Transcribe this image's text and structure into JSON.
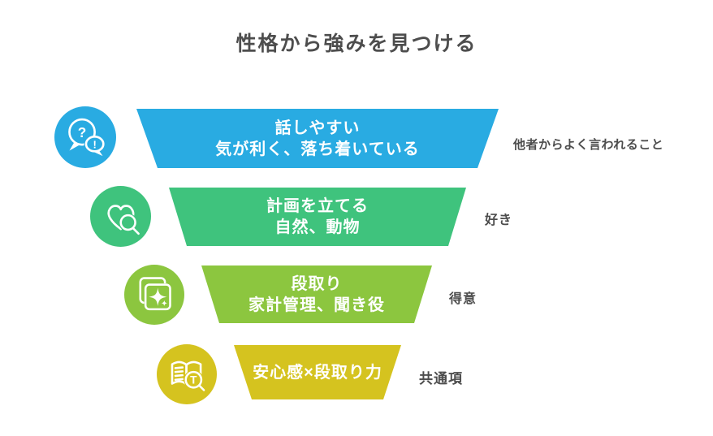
{
  "title": "性格から強みを見つける",
  "funnel": {
    "layers": [
      {
        "line1": "話しやすい",
        "line2": "気が利く、落ち着いている",
        "side_label": "他者からよく言われること",
        "color": "#29ABE2",
        "icon": "question-exclamation-chat-bubbles-icon"
      },
      {
        "line1": "計画を立てる",
        "line2": "自然、動物",
        "side_label": "好き",
        "color": "#3FC37D",
        "icon": "heart-magnifier-icon"
      },
      {
        "line1": "段取り",
        "line2": "家計管理、聞き役",
        "side_label": "得意",
        "color": "#8CC63F",
        "icon": "sparkle-cards-icon"
      },
      {
        "line1": "安心感×段取り力",
        "side_label": "共通項",
        "color": "#D5C31F",
        "icon": "open-book-magnifier-icon"
      }
    ]
  },
  "colors": {
    "background": "#FFFFFF",
    "title_text": "#4D4D4D",
    "side_label_text": "#4D4D4D",
    "funnel_text": "#FFFFFF"
  }
}
